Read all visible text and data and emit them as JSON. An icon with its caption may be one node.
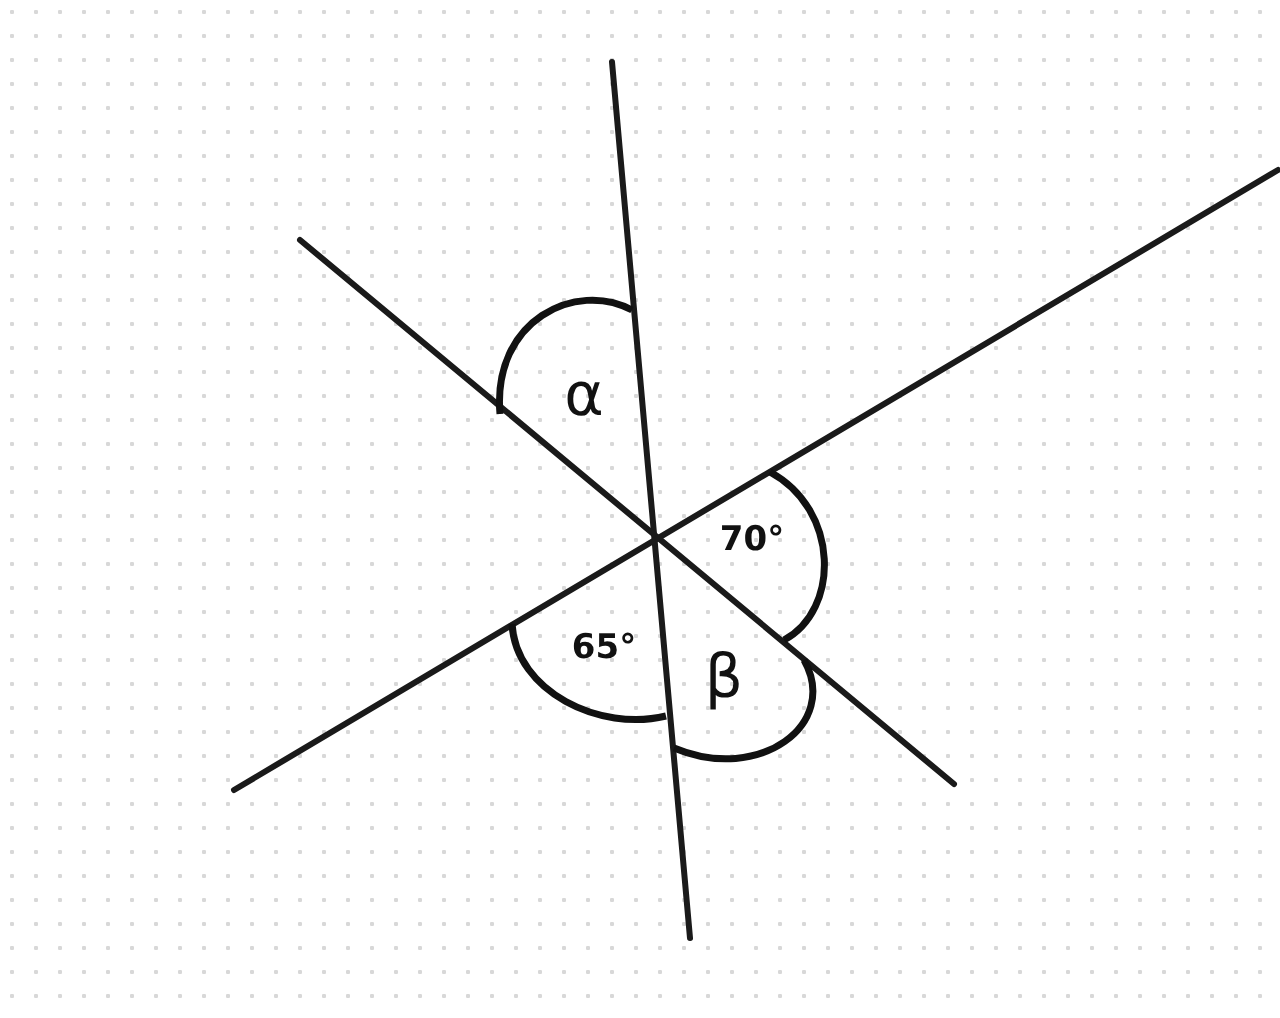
{
  "diagram": {
    "labels": [
      "α",
      "70°",
      "65°",
      "β"
    ]
  }
}
